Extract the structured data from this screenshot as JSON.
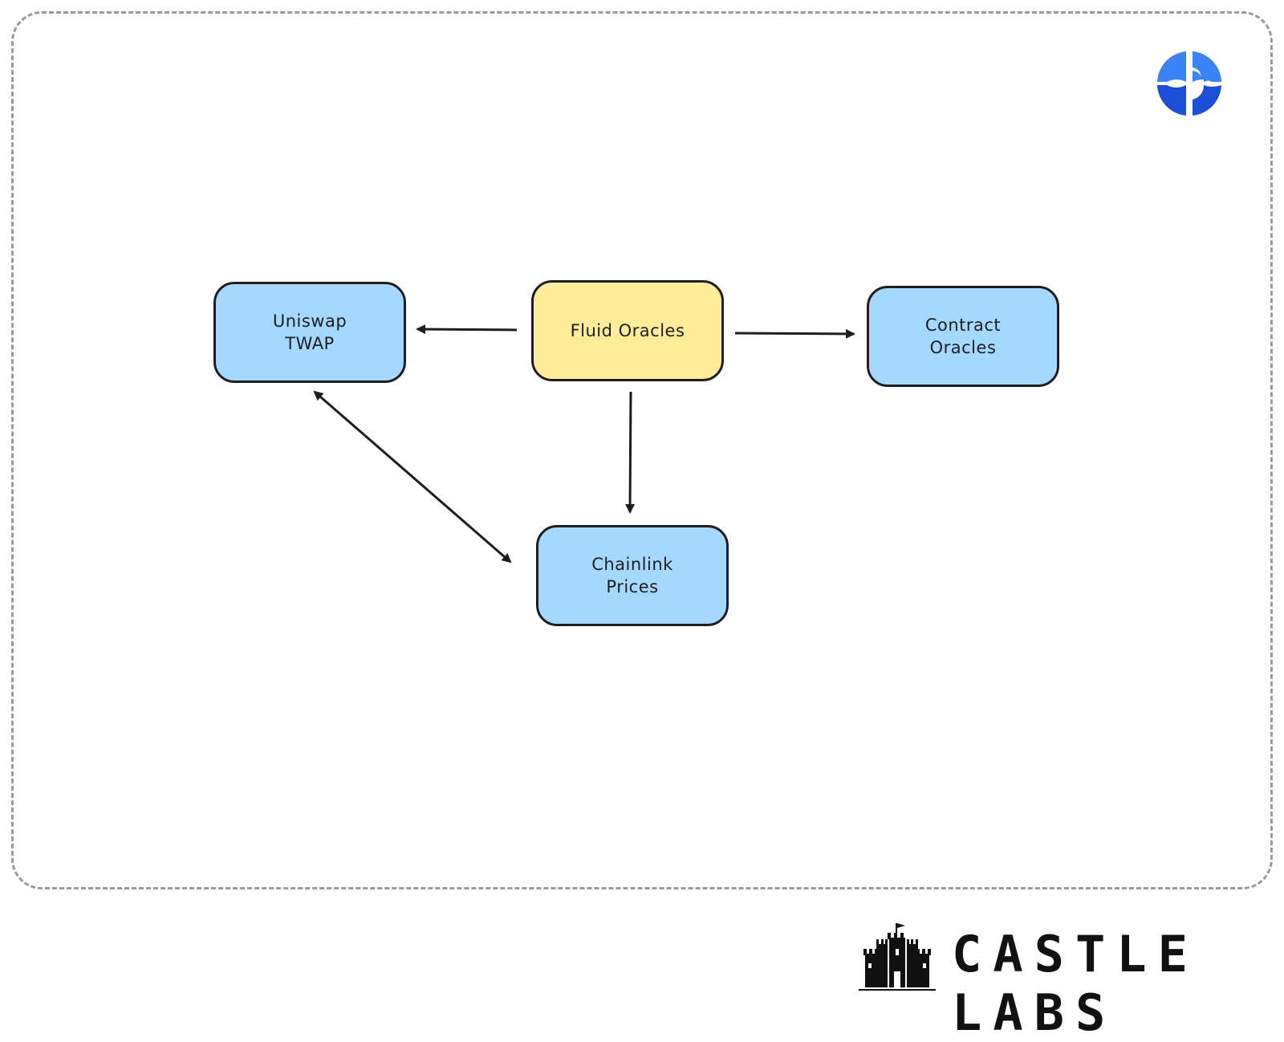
{
  "nodes": {
    "uniswap": {
      "line1": "Uniswap",
      "line2": "TWAP"
    },
    "fluid": {
      "line1": "Fluid Oracles"
    },
    "contract": {
      "line1": "Contract",
      "line2": "Oracles"
    },
    "chainlink": {
      "line1": "Chainlink",
      "line2": "Prices"
    }
  },
  "edges": [
    {
      "from": "Fluid Oracles",
      "to": "Uniswap TWAP"
    },
    {
      "from": "Fluid Oracles",
      "to": "Contract Oracles"
    },
    {
      "from": "Fluid Oracles",
      "to": "Chainlink Prices"
    },
    {
      "from": "Uniswap TWAP",
      "to": "Chainlink Prices",
      "bidirectional": true
    }
  ],
  "colors": {
    "node_blue": "#a5d8ff",
    "node_yellow": "#ffec99",
    "stroke": "#1e1e1e",
    "logo_blue": "#3b82f6",
    "logo_dark": "#1d4ed8"
  },
  "footer": {
    "brand": "CASTLE LABS"
  },
  "icons": {
    "top_right": "fluid-logo-icon",
    "footer": "castle-icon"
  }
}
